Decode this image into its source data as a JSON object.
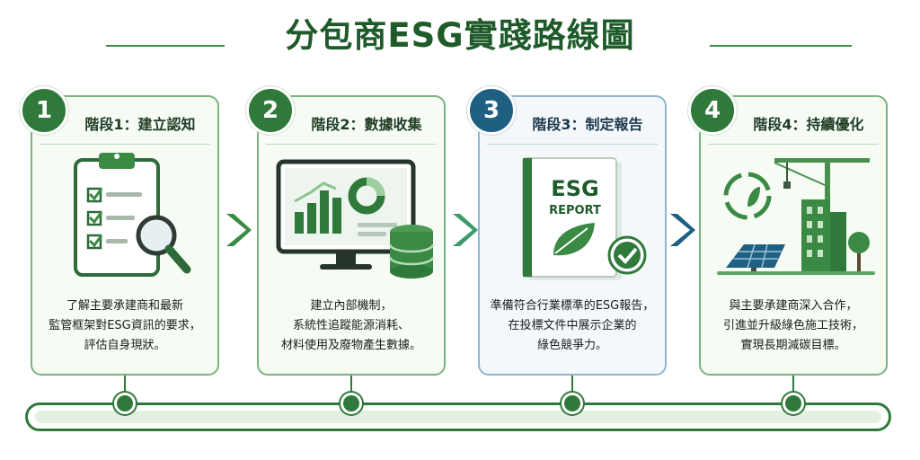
{
  "title": "分包商ESG實踐路線圖",
  "stages": [
    {
      "number": "1",
      "title": "階段1：建立認知",
      "lines": [
        "了解主要承建商和最新",
        "監管框架對ESG資訊的要求，",
        "評估自身現狀。"
      ],
      "icon": "clipboard-magnifier-icon"
    },
    {
      "number": "2",
      "title": "階段2：數據收集",
      "lines": [
        "建立內部機制，",
        "系統性追蹤能源消耗、",
        "材料使用及廢物產生數據。"
      ],
      "icon": "monitor-database-icon"
    },
    {
      "number": "3",
      "title": "階段3：制定報告",
      "lines": [
        "準備符合行業標準的ESG報告，",
        "在投標文件中展示企業的",
        "綠色競爭力。"
      ],
      "icon": "esg-report-icon",
      "report_heading": "ESG",
      "report_sub": "REPORT"
    },
    {
      "number": "4",
      "title": "階段4：持續優化",
      "lines": [
        "與主要承建商深入合作，",
        "引進並升級綠色施工技術，",
        "實現長期減碳目標。"
      ],
      "icon": "green-construction-icon"
    }
  ],
  "colors": {
    "green_dark": "#1f5b2a",
    "green": "#2f7a3b",
    "green_light": "#7ab37f",
    "blue": "#1e5f82",
    "card_bg": "#f6fbf4"
  }
}
